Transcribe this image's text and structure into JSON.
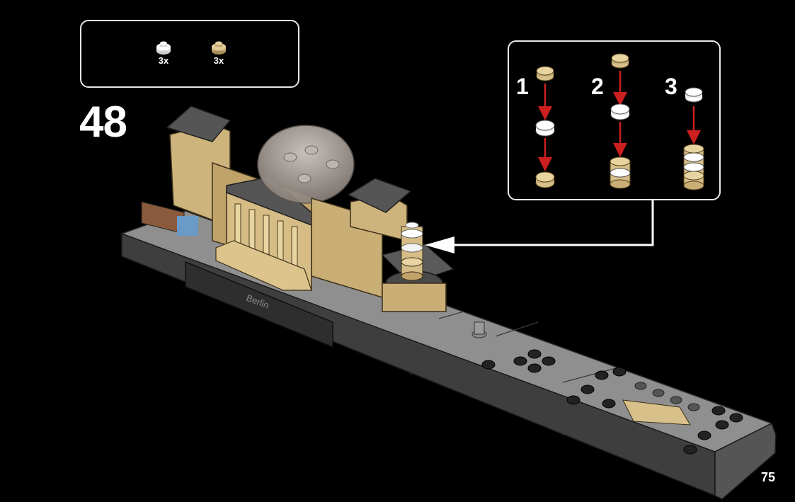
{
  "parts_list": {
    "items": [
      {
        "color_name": "white",
        "color": "#f2f2f2",
        "quantity": "3x",
        "icon": "round-plate-1x1-icon"
      },
      {
        "color_name": "tan",
        "color": "#d8c08a",
        "quantity": "3x",
        "icon": "round-plate-1x1-icon"
      }
    ]
  },
  "step": {
    "number": "48"
  },
  "substeps": [
    {
      "label": "1"
    },
    {
      "label": "2"
    },
    {
      "label": "3"
    }
  ],
  "model": {
    "nameplate_text": "Berlin"
  },
  "page": {
    "number": "75"
  },
  "colors": {
    "background": "#000000",
    "frame": "#e8e8e8",
    "arrow": "#cc1f1f",
    "tan": "#d8c08a",
    "dark_gray": "#4a4a4a",
    "base_gray": "#6b6b6b"
  }
}
